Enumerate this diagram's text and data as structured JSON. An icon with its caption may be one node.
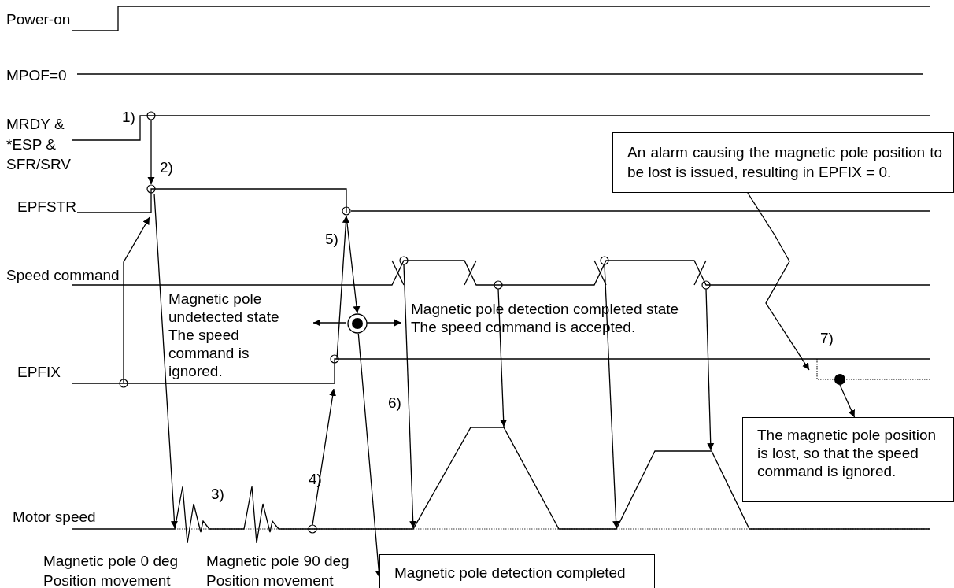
{
  "diagram": {
    "nodes": [
      {
        "text": [
          "An alarm causing the magnetic pole position to be lost is issued, resulting in EPFIX = 0."
        ]
      },
      {
        "text": [],
        "shape": "circle"
      },
      {
        "text": [
          "The magnetic pole position is lost, so that the speed command is ignored."
        ]
      },
      {
        "text": [],
        "shape": "circle"
      },
      {
        "text": [
          "Magnetic pole detection completed"
        ]
      }
    ],
    "edges": [
      {
        "from": 0,
        "to": null,
        "arrow": "to"
      },
      {
        "from": 1,
        "to": 2,
        "arrow": "to"
      },
      {
        "from": null,
        "to": 3,
        "arrow": "to"
      },
      {
        "from": 3,
        "to": 4,
        "arrow": "to"
      }
    ],
    "labels": [
      "Power-on",
      "MPOF=0",
      "1)",
      "MRDY & *ESP & SFR/SRV",
      "2)",
      "EPFSTR",
      "5)",
      "Speed command",
      "Magnetic pole undetected state",
      "The speed command is ignored.",
      "Magnetic pole detection completed state",
      "The speed command is accepted.",
      "7)",
      "EPFIX",
      "4)",
      "6)",
      "3)",
      "Motor speed",
      "Magnetic pole 0 deg Position movement",
      "Magnetic pole 90 deg Position movement"
    ]
  }
}
